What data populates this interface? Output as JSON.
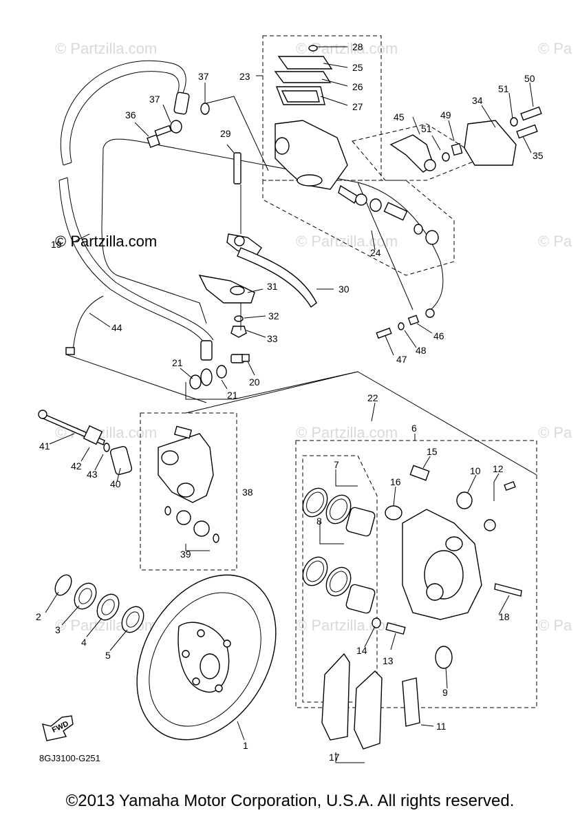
{
  "watermark": {
    "brand_text": "© Partzilla.com",
    "faint_text": "© Partzilla.com",
    "edge_text": "© Pa"
  },
  "diagram_code": "8GJ3100-G251",
  "fwd_label": "FWD",
  "copyright": "©2013 Yamaha Motor Corporation, U.S.A. All rights reserved.",
  "callouts": {
    "c1": "1",
    "c2": "2",
    "c3": "3",
    "c4": "4",
    "c5": "5",
    "c6": "6",
    "c7": "7",
    "c8": "8",
    "c9": "9",
    "c10": "10",
    "c11": "11",
    "c12": "12",
    "c13": "13",
    "c14": "14",
    "c15": "15",
    "c16": "16",
    "c17": "17",
    "c18": "18",
    "c19": "19",
    "c20": "20",
    "c21a": "21",
    "c21b": "21",
    "c22": "22",
    "c23": "23",
    "c24": "24",
    "c25": "25",
    "c26": "26",
    "c27": "27",
    "c28": "28",
    "c29": "29",
    "c30": "30",
    "c31": "31",
    "c32": "32",
    "c33": "33",
    "c34": "34",
    "c35": "35",
    "c36": "36",
    "c37a": "37",
    "c37b": "37",
    "c38": "38",
    "c39": "39",
    "c40": "40",
    "c41": "41",
    "c42": "42",
    "c43": "43",
    "c44": "44",
    "c45": "45",
    "c46": "46",
    "c47": "47",
    "c48": "48",
    "c49": "49",
    "c50": "50",
    "c51a": "51",
    "c51b": "51"
  }
}
